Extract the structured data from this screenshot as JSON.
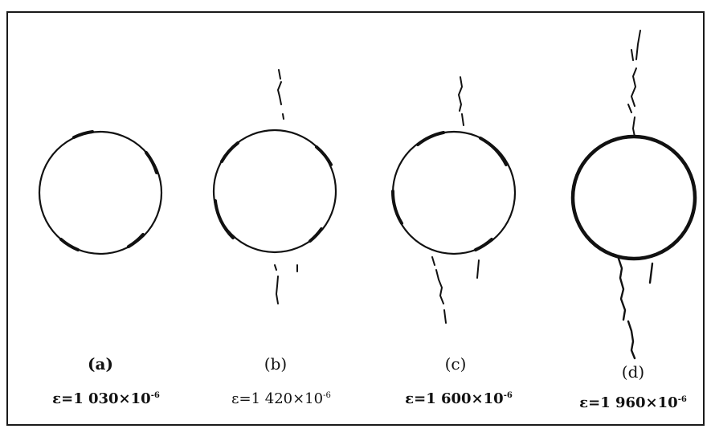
{
  "panels": [
    {
      "id": "a",
      "label": "(a)",
      "eps": "ε=1 030×10",
      "exp": "-6"
    },
    {
      "id": "b",
      "label": "(b)",
      "eps": "ε=1 420×10",
      "exp": "-6"
    },
    {
      "id": "c",
      "label": "(c)",
      "eps": "ε=1 600×10",
      "exp": "-6"
    },
    {
      "id": "d",
      "label": "(d)",
      "eps": "ε=1 960×10",
      "exp": "-6"
    }
  ],
  "colors": {
    "ink": "#111111",
    "background": "#ffffff"
  }
}
